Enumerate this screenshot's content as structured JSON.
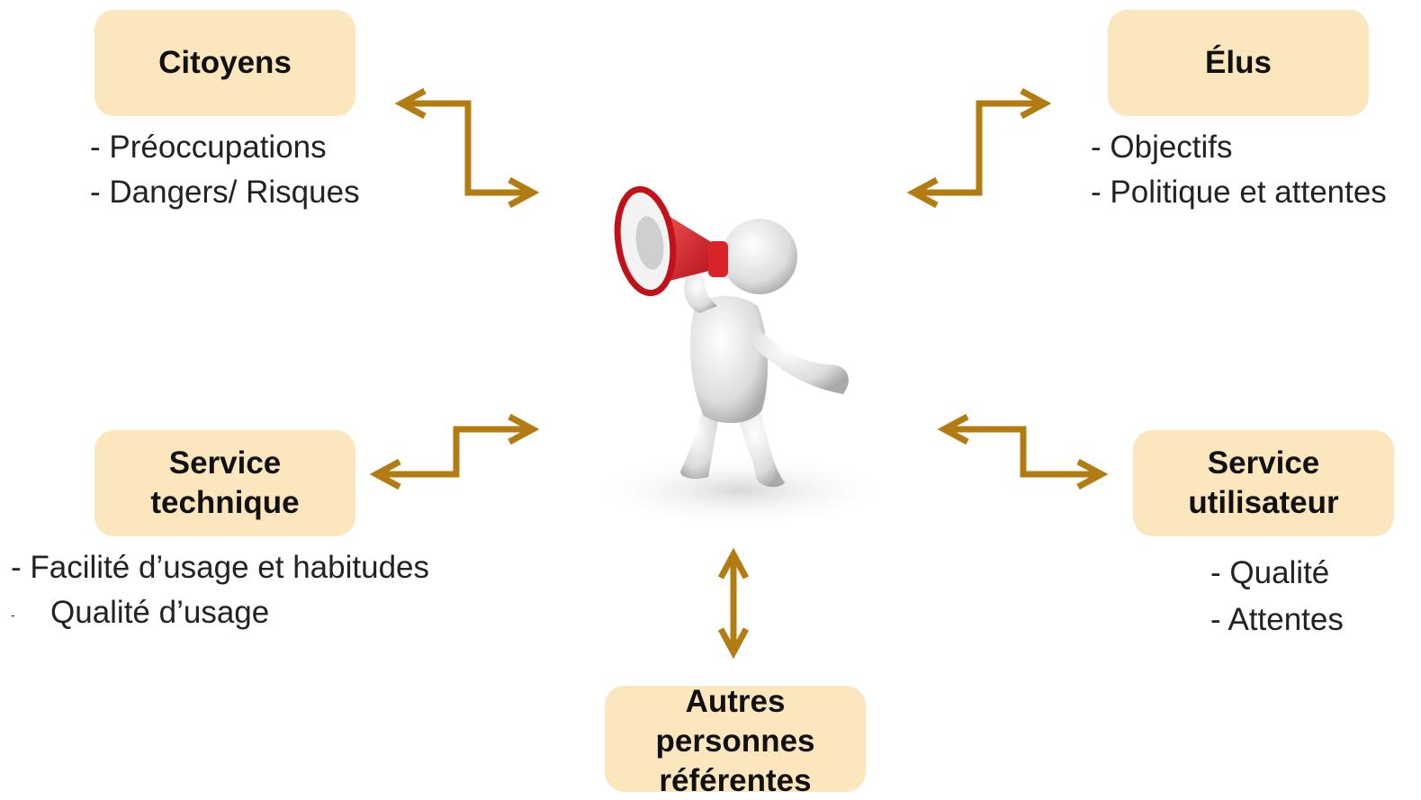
{
  "colors": {
    "box_fill": "#fbe6bd",
    "arrow": "#b27c12",
    "megaphone": "#d9232a"
  },
  "center_figure_icon": "person-with-megaphone-icon",
  "nodes": {
    "citoyens": {
      "title": "Citoyens",
      "items": [
        "- Préoccupations",
        "- Dangers/ Risques"
      ]
    },
    "elus": {
      "title": "Élus",
      "items": [
        "- Objectifs",
        "- Politique et attentes"
      ]
    },
    "service_technique": {
      "title_lines": [
        "Service",
        "technique"
      ],
      "items": [
        "- Facilité d’usage et habitudes",
        "Qualité d’usage"
      ],
      "item2_bullet": "-"
    },
    "service_utilisateur": {
      "title_lines": [
        "Service",
        "utilisateur"
      ],
      "items": [
        "- Qualité",
        "- Attentes"
      ]
    },
    "autres": {
      "title_lines": [
        "Autres",
        "personnes",
        "référentes"
      ]
    }
  }
}
